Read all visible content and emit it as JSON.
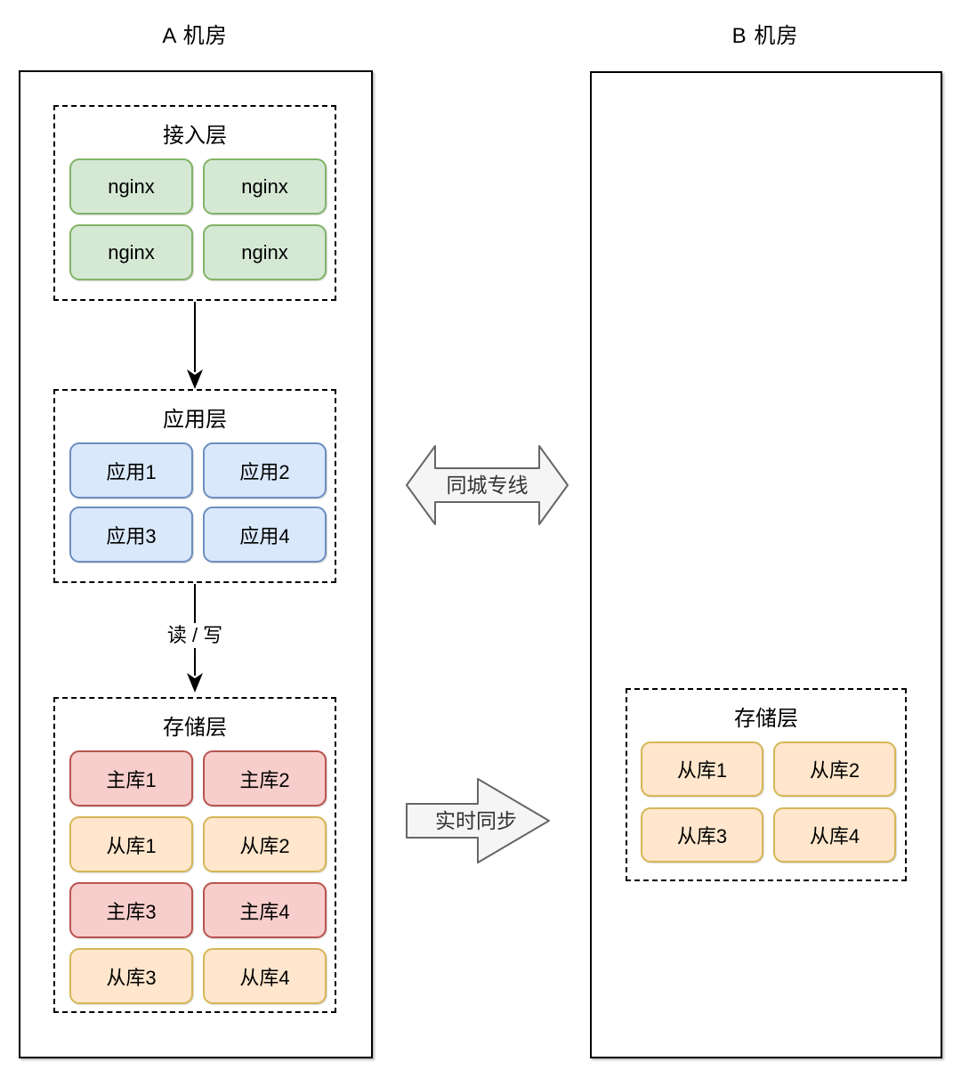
{
  "diagram": {
    "datacenter_a": {
      "title": "A 机房",
      "layers": {
        "access": {
          "title": "接入层",
          "nodes": [
            "nginx",
            "nginx",
            "nginx",
            "nginx"
          ]
        },
        "app": {
          "title": "应用层",
          "nodes": [
            "应用1",
            "应用2",
            "应用3",
            "应用4"
          ]
        },
        "storage": {
          "title": "存储层",
          "nodes": [
            {
              "label": "主库1",
              "type": "master"
            },
            {
              "label": "主库2",
              "type": "master"
            },
            {
              "label": "从库1",
              "type": "slave"
            },
            {
              "label": "从库2",
              "type": "slave"
            },
            {
              "label": "主库3",
              "type": "master"
            },
            {
              "label": "主库4",
              "type": "master"
            },
            {
              "label": "从库3",
              "type": "slave"
            },
            {
              "label": "从库4",
              "type": "slave"
            }
          ]
        }
      }
    },
    "datacenter_b": {
      "title": "B 机房",
      "layers": {
        "storage": {
          "title": "存储层",
          "nodes": [
            {
              "label": "从库1",
              "type": "slave"
            },
            {
              "label": "从库2",
              "type": "slave"
            },
            {
              "label": "从库3",
              "type": "slave"
            },
            {
              "label": "从库4",
              "type": "slave"
            }
          ]
        }
      }
    },
    "connections": {
      "read_write_label": "读 / 写",
      "city_link_label": "同城专线",
      "sync_label": "实时同步"
    },
    "colors": {
      "nginx_fill": "#d5e8d4",
      "nginx_border": "#82b366",
      "app_fill": "#dae8fc",
      "app_border": "#6c8ebf",
      "master_fill": "#f8cecc",
      "master_border": "#b85450",
      "slave_fill": "#ffe6cc",
      "slave_border": "#d6b656",
      "big_arrow_fill": "#f5f5f5",
      "big_arrow_border": "#666666",
      "line_color": "#000000"
    }
  }
}
